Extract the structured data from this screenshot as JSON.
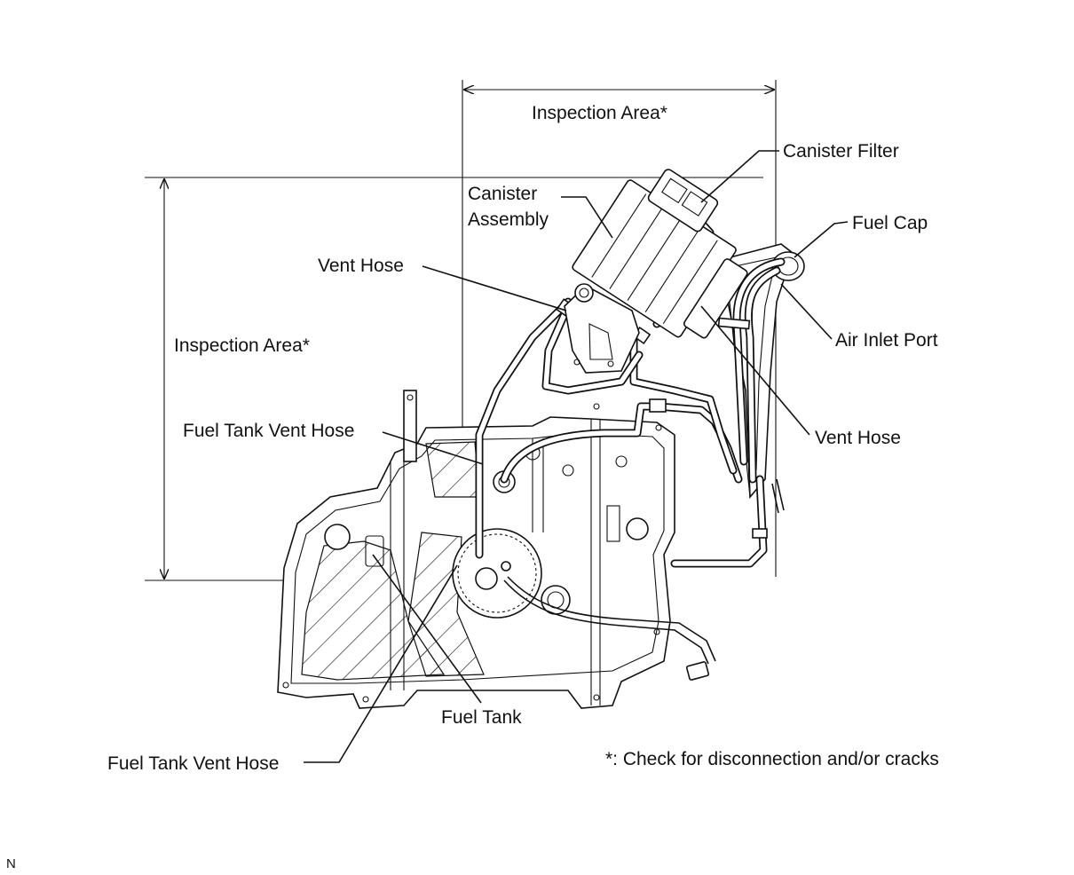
{
  "labels": {
    "inspection_area_top": "Inspection Area*",
    "inspection_area_left": "Inspection Area*",
    "canister_filter": "Canister Filter",
    "canister_assembly_line1": "Canister",
    "canister_assembly_line2": "Assembly",
    "fuel_cap": "Fuel Cap",
    "vent_hose_upper": "Vent Hose",
    "air_inlet_port": "Air Inlet Port",
    "fuel_tank_vent_hose_upper": "Fuel Tank Vent Hose",
    "vent_hose_right": "Vent Hose",
    "fuel_tank": "Fuel Tank",
    "fuel_tank_vent_hose_lower": "Fuel Tank Vent Hose",
    "footnote": "*: Check for disconnection and/or cracks",
    "corner_mark": "N"
  }
}
